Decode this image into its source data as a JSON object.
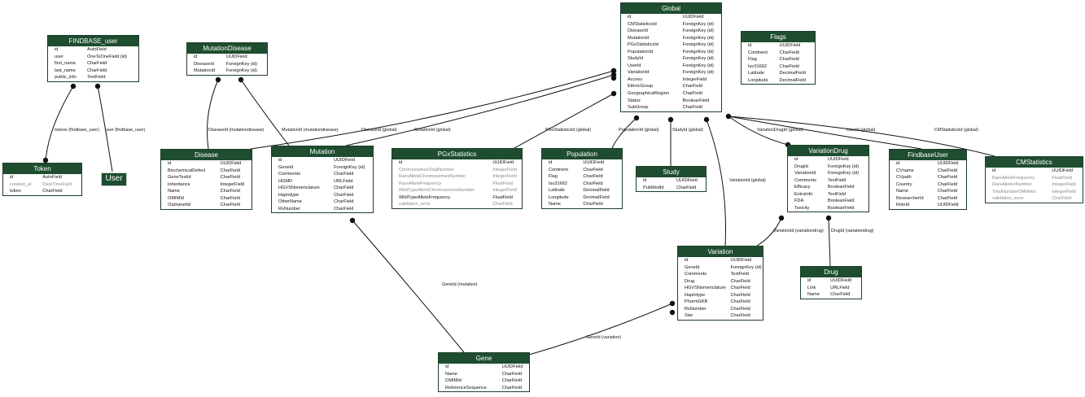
{
  "entities": {
    "findbase_user": {
      "title": "FINDBASE_user",
      "fields": [
        [
          "id",
          "AutoField"
        ],
        [
          "user",
          "OneToOneField (id)"
        ],
        [
          "first_name",
          "CharField"
        ],
        [
          "last_name",
          "CharField"
        ],
        [
          "public_info",
          "TextField"
        ]
      ]
    },
    "mutationdisease": {
      "title": "MutationDisease",
      "fields": [
        [
          "id",
          "UUIDField"
        ],
        [
          "DiseaseId",
          "ForeignKey (id)"
        ],
        [
          "MutationId",
          "ForeignKey (id)"
        ]
      ]
    },
    "global": {
      "title": "Global",
      "fields": [
        [
          "id",
          "UUIDField"
        ],
        [
          "CMStatisticsId",
          "ForeignKey (id)"
        ],
        [
          "DiseaseId",
          "ForeignKey (id)"
        ],
        [
          "MutationId",
          "ForeignKey (id)"
        ],
        [
          "PGxStatisticsId",
          "ForeignKey (id)"
        ],
        [
          "PopulationId",
          "ForeignKey (id)"
        ],
        [
          "StudyId",
          "ForeignKey (id)"
        ],
        [
          "UserId",
          "ForeignKey (id)"
        ],
        [
          "VariationId",
          "ForeignKey (id)"
        ],
        [
          "Access",
          "IntegerField"
        ],
        [
          "EthnicGroup",
          "CharField"
        ],
        [
          "GeographicalRegion",
          "CharField"
        ],
        [
          "Status",
          "BooleanField"
        ],
        [
          "SubGroup",
          "CharField"
        ]
      ]
    },
    "flags": {
      "title": "Flags",
      "fields": [
        [
          "id",
          "UUIDField"
        ],
        [
          "Continent",
          "CharField"
        ],
        [
          "Flag",
          "CharField"
        ],
        [
          "Iso31662",
          "CharField"
        ],
        [
          "Latitude",
          "DecimalField"
        ],
        [
          "Longitude",
          "DecimalField"
        ]
      ]
    },
    "token": {
      "title": "Token",
      "fields": [
        [
          "id",
          "AutoField"
        ],
        [
          "created_at",
          "DateTimeField"
        ],
        [
          "token",
          "CharField"
        ]
      ],
      "system_rows": [
        1
      ]
    },
    "disease": {
      "title": "Disease",
      "fields": [
        [
          "id",
          "UUIDField"
        ],
        [
          "BiochemicalDefect",
          "CharField"
        ],
        [
          "GeneTestId",
          "CharField"
        ],
        [
          "Inheritance",
          "IntegerField"
        ],
        [
          "Name",
          "CharField"
        ],
        [
          "OMIMId",
          "CharField"
        ],
        [
          "OrphanetId",
          "CharField"
        ]
      ]
    },
    "mutation": {
      "title": "Mutation",
      "fields": [
        [
          "id",
          "UUIDField"
        ],
        [
          "GeneId",
          "ForeignKey (id)"
        ],
        [
          "Comments",
          "CharField"
        ],
        [
          "HGMD",
          "URLField"
        ],
        [
          "HGVSNomenclature",
          "CharField"
        ],
        [
          "Haplotype",
          "CharField"
        ],
        [
          "OtherName",
          "CharField"
        ],
        [
          "RsNumber",
          "CharField"
        ]
      ]
    },
    "pgxstatistics": {
      "title": "PGxStatistics",
      "fields": [
        [
          "id",
          "UUIDField"
        ],
        [
          "ChromosomesTotalNumber",
          "IntegerField"
        ],
        [
          "RareAlleleChromosomesNumber",
          "IntegerField"
        ],
        [
          "RareAlleleFrequency",
          "FloatField"
        ],
        [
          "WildTypeAlleleChromosomesNumber",
          "IntegerField"
        ],
        [
          "WildTypeAlleleFrequency",
          "FloatField"
        ],
        [
          "validation_error",
          "CharField"
        ]
      ],
      "system_rows": [
        1,
        2,
        3,
        4,
        6
      ]
    },
    "population": {
      "title": "Population",
      "fields": [
        [
          "id",
          "UUIDField"
        ],
        [
          "Continent",
          "CharField"
        ],
        [
          "Flag",
          "CharField"
        ],
        [
          "Iso31662",
          "CharField"
        ],
        [
          "Latitude",
          "DecimalField"
        ],
        [
          "Longitude",
          "DecimalField"
        ],
        [
          "Name",
          "CharField"
        ]
      ]
    },
    "study": {
      "title": "Study",
      "fields": [
        [
          "id",
          "UUIDField"
        ],
        [
          "PubMedId",
          "CharField"
        ]
      ]
    },
    "variationdrug": {
      "title": "VariationDrug",
      "fields": [
        [
          "id",
          "UUIDField"
        ],
        [
          "DrugId",
          "ForeignKey (id)"
        ],
        [
          "VariationId",
          "ForeignKey (id)"
        ],
        [
          "Comments",
          "TextField"
        ],
        [
          "Efficacy",
          "BooleanField"
        ],
        [
          "ExtraInfo",
          "TextField"
        ],
        [
          "FDA",
          "BooleanField"
        ],
        [
          "Toxicity",
          "BooleanField"
        ]
      ]
    },
    "findbaseuser": {
      "title": "FindbaseUser",
      "fields": [
        [
          "id",
          "UUIDField"
        ],
        [
          "CVname",
          "CharField"
        ],
        [
          "CVpath",
          "CharField"
        ],
        [
          "Country",
          "CharField"
        ],
        [
          "Name",
          "CharField"
        ],
        [
          "ResearcherId",
          "CharField"
        ],
        [
          "RoleId",
          "UUIDField"
        ]
      ]
    },
    "cmstatistics": {
      "title": "CMStatistics",
      "fields": [
        [
          "id",
          "UUIDField"
        ],
        [
          "RareAlleleFrequency",
          "FloatField"
        ],
        [
          "RareAllelesNumber",
          "IntegerField"
        ],
        [
          "TotalNumberOfAlleles",
          "IntegerField"
        ],
        [
          "validation_error",
          "CharField"
        ]
      ],
      "system_rows": [
        1,
        2,
        3,
        4
      ]
    },
    "variation": {
      "title": "Variation",
      "fields": [
        [
          "id",
          "UUIDField"
        ],
        [
          "GeneId",
          "ForeignKey (id)"
        ],
        [
          "Comments",
          "TextField"
        ],
        [
          "Drug",
          "CharField"
        ],
        [
          "HGVSNomenclature",
          "CharField"
        ],
        [
          "Haplotype",
          "CharField"
        ],
        [
          "PharmGKB",
          "CharField"
        ],
        [
          "RsNumber",
          "CharField"
        ],
        [
          "Star",
          "CharField"
        ]
      ]
    },
    "drug": {
      "title": "Drug",
      "fields": [
        [
          "id",
          "UUIDField"
        ],
        [
          "Link",
          "URLField"
        ],
        [
          "Name",
          "CharField"
        ]
      ]
    },
    "gene": {
      "title": "Gene",
      "fields": [
        [
          "id",
          "UUIDField"
        ],
        [
          "Name",
          "CharField"
        ],
        [
          "OMIMId",
          "CharField"
        ],
        [
          "ReferenceSequence",
          "CharField"
        ]
      ]
    }
  },
  "user_box": "User",
  "edge_labels": {
    "tokens": "tokens (findbase_user)",
    "user": "user (findbase_user)",
    "md_disease": "DiseaseId (mutationdisease)",
    "md_mutation": "MutationId (mutationdisease)",
    "g_disease": "DiseaseId (global)",
    "g_mutation": "MutationId (global)",
    "g_pgx": "PGxStatisticsId (global)",
    "g_population": "PopulationId (global)",
    "g_study": "StudyId (global)",
    "g_variation": "VariationId (global)",
    "g_variationdrug": "VariationDrugId (global)",
    "g_user": "UserId (global)",
    "g_cm": "CMStatisticsId (global)",
    "vd_variation": "VariationId (variationdrug)",
    "vd_drug": "DrugId (variationdrug)",
    "m_gene": "GeneId (mutation)",
    "v_gene": "GeneId (variation)"
  },
  "colors": {
    "header": "#1e4d30",
    "line": "#111111",
    "system_text": "#8a8a8a"
  }
}
